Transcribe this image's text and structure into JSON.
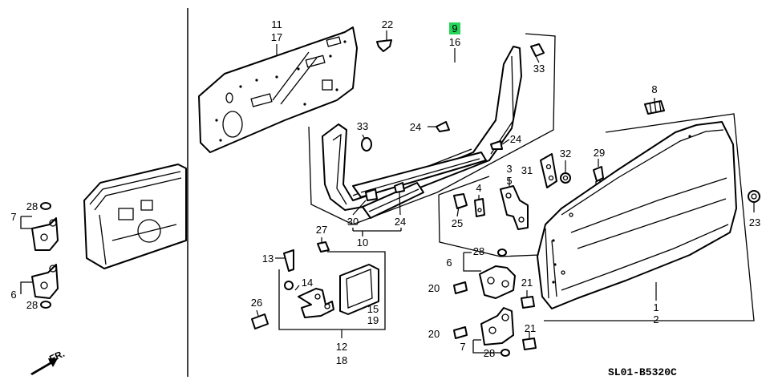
{
  "colors": {
    "highlight": "#27d45a",
    "ink": "#000000"
  },
  "diagram_code": "SL01-B5320C",
  "fr_label": "FR.",
  "labels": {
    "l11": "11",
    "l17": "17",
    "l22": "22",
    "l9": "9",
    "l16": "16",
    "l33a": "33",
    "l33b": "33",
    "l24a": "24",
    "l24b": "24",
    "l8": "8",
    "l31": "31",
    "l32": "32",
    "l3": "3",
    "l5": "5",
    "l4": "4",
    "l29": "29",
    "l25": "25",
    "l30": "30",
    "l24c": "24",
    "l10": "10",
    "l23": "23",
    "l27": "27",
    "l13": "13",
    "l14": "14",
    "l28a": "28",
    "l7a": "7",
    "l6a": "6",
    "l28b": "28",
    "l28c": "28",
    "l6b": "6",
    "l20a": "20",
    "l21a": "21",
    "l15": "15",
    "l19": "19",
    "l26": "26",
    "l1": "1",
    "l2": "2",
    "l20b": "20",
    "l21b": "21",
    "l7b": "7",
    "l28d": "28",
    "l12": "12",
    "l18": "18"
  },
  "highlighted_part": "9"
}
